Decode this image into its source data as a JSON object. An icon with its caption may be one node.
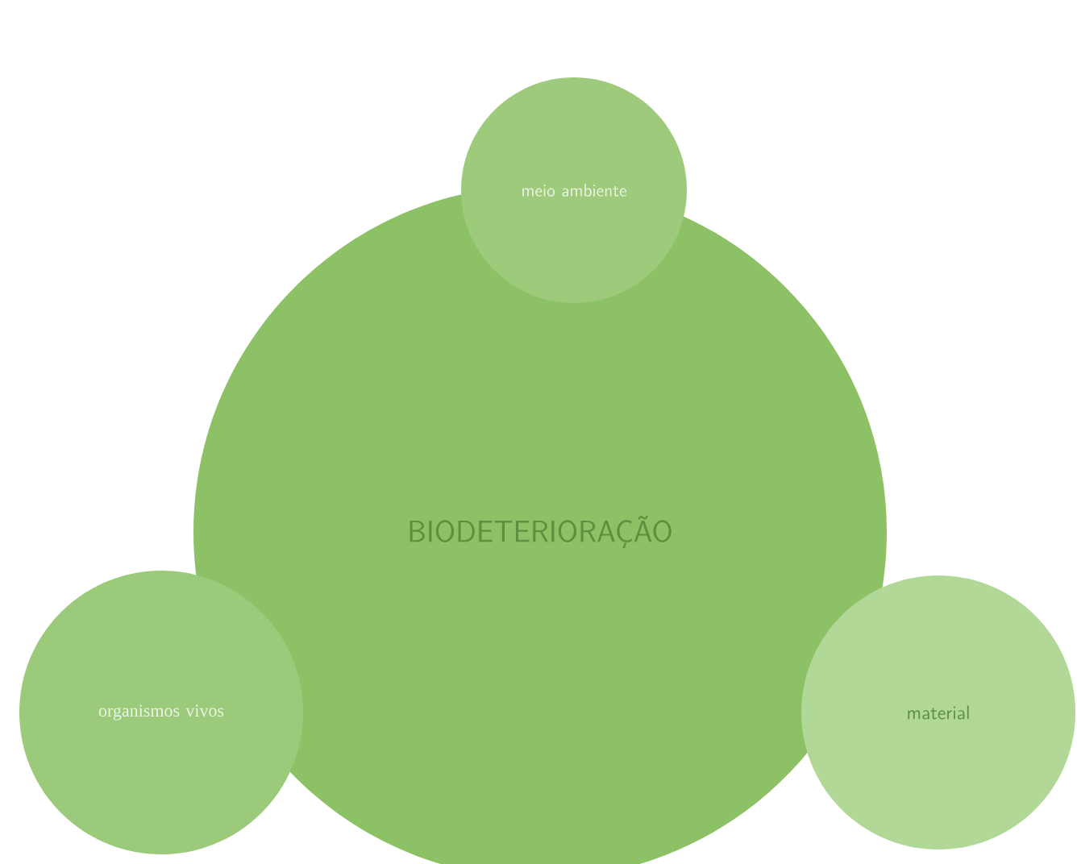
{
  "diagram": {
    "nodes": [
      {
        "text": [
          "meio ambiente"
        ]
      },
      {
        "text": [
          "BIODETERIORAÇÃO"
        ]
      },
      {
        "text": [
          "organismos vivos"
        ]
      },
      {
        "text": [
          "material"
        ]
      }
    ]
  }
}
